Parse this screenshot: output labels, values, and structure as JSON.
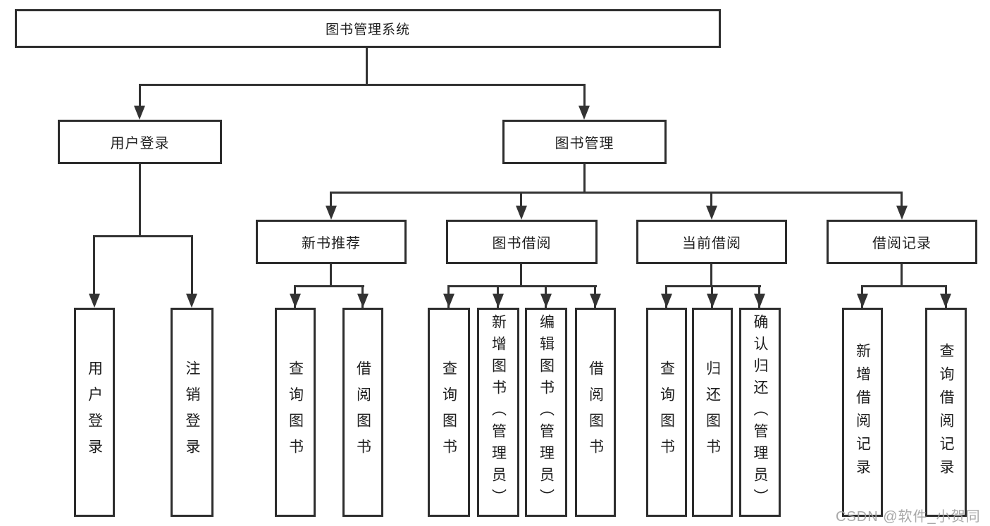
{
  "diagram": {
    "tree": {
      "label": "图书管理系统",
      "children": [
        {
          "label": "用户登录",
          "children": [
            {
              "label": "用户登录"
            },
            {
              "label": "注销登录"
            }
          ]
        },
        {
          "label": "图书管理",
          "children": [
            {
              "label": "新书推荐",
              "children": [
                {
                  "label": "查询图书"
                },
                {
                  "label": "借阅图书"
                }
              ]
            },
            {
              "label": "图书借阅",
              "children": [
                {
                  "label": "查询图书"
                },
                {
                  "label": "新增图书（管理员）"
                },
                {
                  "label": "编辑图书（管理员）"
                },
                {
                  "label": "借阅图书"
                }
              ]
            },
            {
              "label": "当前借阅",
              "children": [
                {
                  "label": "查询图书"
                },
                {
                  "label": "归还图书"
                },
                {
                  "label": "确认归还（管理员）"
                }
              ]
            },
            {
              "label": "借阅记录",
              "children": [
                {
                  "label": "新增借阅记录"
                },
                {
                  "label": "查询借阅记录"
                }
              ]
            }
          ]
        }
      ]
    }
  },
  "watermark": {
    "text": "CSDN @软件_小贺同学"
  },
  "colors": {
    "background": "#ffffff",
    "box_border": "#2d2d2d",
    "box_fill": "#ffffff",
    "line": "#333333",
    "text": "#1f1f1f",
    "watermark": "#a4a4a4"
  }
}
